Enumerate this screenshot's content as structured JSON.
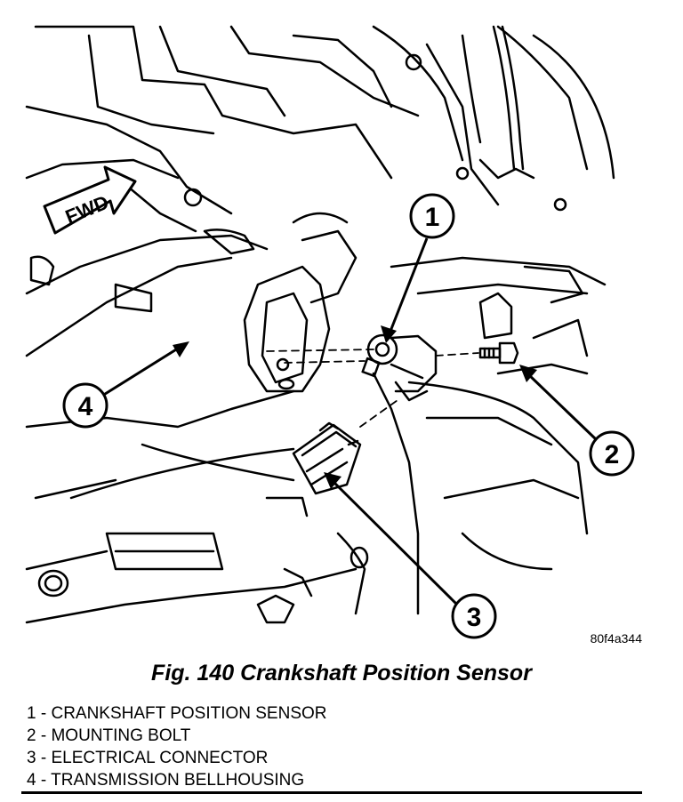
{
  "figure": {
    "image_id": "80f4a344",
    "caption": "Fig. 140 Crankshaft Position Sensor"
  },
  "direction_label": "FWD",
  "callouts": [
    {
      "number": "1"
    },
    {
      "number": "2"
    },
    {
      "number": "3"
    },
    {
      "number": "4"
    }
  ],
  "legend": [
    {
      "number": "1",
      "text": "CRANKSHAFT POSITION SENSOR"
    },
    {
      "number": "2",
      "text": "MOUNTING BOLT"
    },
    {
      "number": "3",
      "text": "ELECTRICAL CONNECTOR"
    },
    {
      "number": "4",
      "text": "TRANSMISSION BELLHOUSING"
    }
  ]
}
